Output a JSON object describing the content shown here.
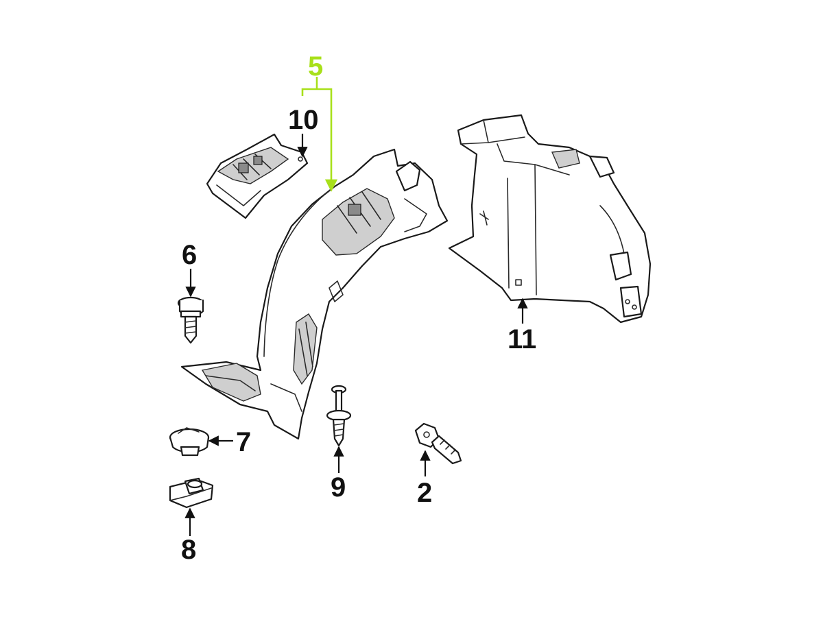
{
  "accent_color": "#a8e01a",
  "callouts": {
    "c5": "5",
    "c10": "10",
    "c6": "6",
    "c7": "7",
    "c8": "8",
    "c9": "9",
    "c2": "2",
    "c11": "11"
  }
}
